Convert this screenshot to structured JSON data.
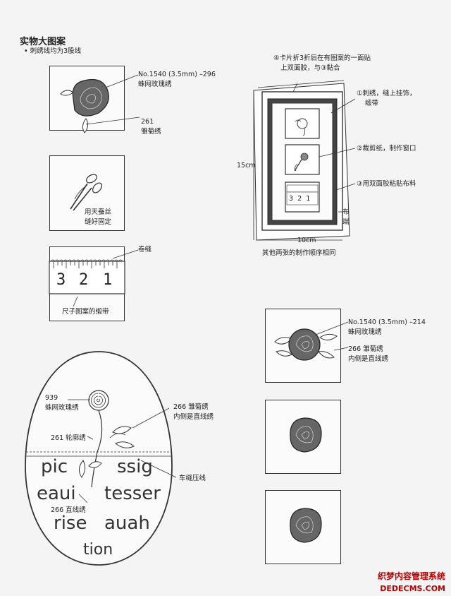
{
  "header": {
    "title": "实物大图案",
    "subtitle": "• 刺绣线均为3股线"
  },
  "left": {
    "box1": {
      "label_thread": "No.1540 (3.5mm) –296",
      "label_thread_name": "蛛网玫瑰绣",
      "label_261": "261",
      "label_261_name": "雏菊绣"
    },
    "box2": {
      "label_line1": "用天蚕丝",
      "label_line2": "缝好固定"
    },
    "box3": {
      "label_top": "卷缝",
      "label_bottom": "尺子图案的缎带",
      "ruler_digits": [
        "3",
        "2",
        "1"
      ]
    },
    "egg": {
      "label_939": "939",
      "label_939_name": "蛛网玫瑰绣",
      "label_266": "266 雏菊绣",
      "label_266_b": "内侧是直线绣",
      "label_261": "261 轮廓绣",
      "label_machine": "车缝压线",
      "label_266_straight": "266 直线绣",
      "words": {
        "w1": "pic",
        "w2": "ssig",
        "w3": "eaui",
        "w4": "tesser",
        "w5": "rise",
        "w6": "auah",
        "w7": "tion"
      }
    }
  },
  "right": {
    "card": {
      "step4_line1": "④卡片折3折后在有图案的一面贴",
      "step4_line2": "上双面胶，与③黏合",
      "step1_line1": "①刺绣，缝上挂饰，",
      "step1_line2": "缎带",
      "step2": "②裁剪纸，制作窗口",
      "step3": "③用双面胶粘贴布料",
      "cloth_char1": "布",
      "cloth_char2": "端",
      "dim_height": "15cm",
      "dim_width": "10cm",
      "caption": "其他两张的制作顺序相同"
    },
    "rose1": {
      "label_thread": "No.1540 (3.5mm) –214",
      "label_thread_name": "蛛网玫瑰绣",
      "label_266": "266 雏菊绣",
      "label_266_b": "内侧是直线绣"
    }
  },
  "watermark": {
    "line1": "织梦内容管理系统",
    "line2": "DEDECMS.COM"
  }
}
